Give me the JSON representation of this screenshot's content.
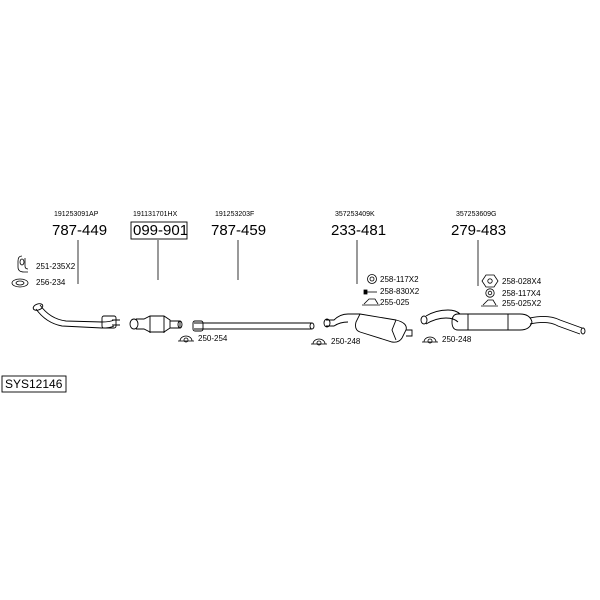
{
  "system_code": "SYS12146",
  "parts": [
    {
      "oem": "191253091AP",
      "part_no": "787-449",
      "boxed": false
    },
    {
      "oem": "191131701HX",
      "part_no": "099-901",
      "boxed": true
    },
    {
      "oem": "191253203F",
      "part_no": "787-459",
      "boxed": false
    },
    {
      "oem": "357253409K",
      "part_no": "233-481",
      "boxed": false
    },
    {
      "oem": "357253609G",
      "part_no": "279-483",
      "boxed": false
    }
  ],
  "accessories": [
    {
      "code": "251-235X2",
      "icon": "clamp-bracket-icon"
    },
    {
      "code": "256-234",
      "icon": "gasket-ring-icon"
    },
    {
      "code": "250-254",
      "icon": "pipe-clamp-icon"
    },
    {
      "code": "258-117X2",
      "icon": "rubber-ring-icon"
    },
    {
      "code": "258-830X2",
      "icon": "bolt-icon"
    },
    {
      "code": "255-025",
      "icon": "mounting-bracket-icon"
    },
    {
      "code": "250-248",
      "icon": "pipe-clamp-icon"
    },
    {
      "code": "250-248",
      "icon": "pipe-clamp-icon"
    },
    {
      "code": "258-028X4",
      "icon": "nut-icon"
    },
    {
      "code": "258-117X4",
      "icon": "rubber-ring-icon"
    },
    {
      "code": "255-025X2",
      "icon": "mounting-bracket-icon"
    }
  ]
}
